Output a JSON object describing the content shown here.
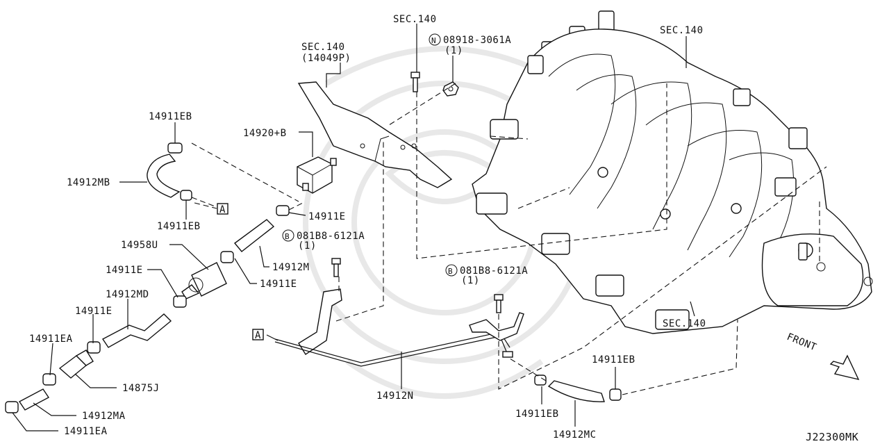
{
  "labels": {
    "sec140_top": "SEC.140",
    "sec140_left": "SEC.140",
    "sec140_left_sub": "(14049P)",
    "sec140_right": "SEC.140",
    "sec140_bottom": "SEC.140",
    "nut_code": "08918-3061A",
    "nut_qty": "(1)",
    "bolt1_code": "081B8-6121A",
    "bolt1_qty": "(1)",
    "bolt2_code": "081B8-6121A",
    "bolt2_qty": "(1)",
    "p14911EB_top": "14911EB",
    "p14912MB": "14912MB",
    "p14911EB_mid": "14911EB",
    "p14920B": "14920+B",
    "p14911E_right": "14911E",
    "p14912M": "14912M",
    "p14958U": "14958U",
    "p14911E_mid": "14911E",
    "p14911E_left": "14911E",
    "p14911E_lower": "14911E",
    "p14912MD": "14912MD",
    "p14911EA_top": "14911EA",
    "p14875J": "14875J",
    "p14912MA": "14912MA",
    "p14911EA_bottom": "14911EA",
    "p14912N": "14912N",
    "p14911EB_right": "14911EB",
    "p14911EB_bottom": "14911EB",
    "p14912MC": "14912MC",
    "front": "FRONT",
    "ref_a1": "A",
    "ref_a2": "A",
    "circle_n": "N",
    "circle_b1": "B",
    "circle_b2": "B",
    "diagram_id": "J22300MK"
  }
}
